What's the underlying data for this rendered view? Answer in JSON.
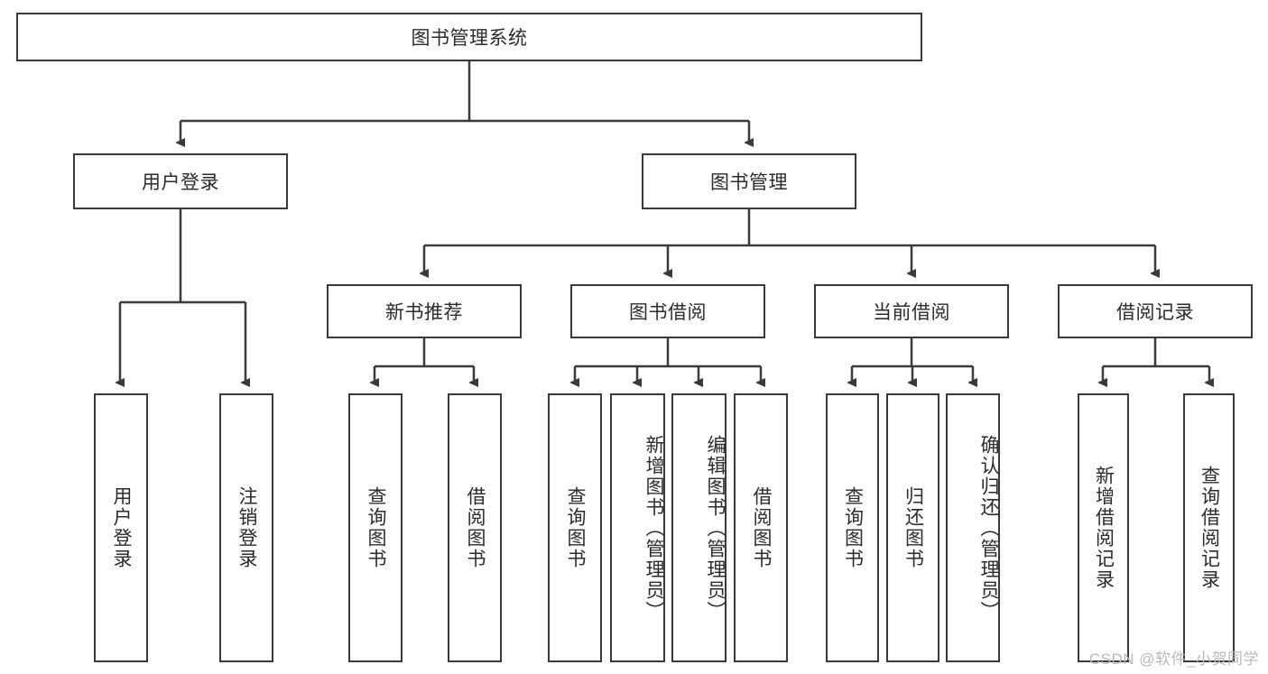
{
  "diagram": {
    "title": "图书管理系统",
    "type": "hierarchy-tree",
    "root": {
      "id": "root",
      "label": "图书管理系统",
      "orientation": "horizontal"
    },
    "level2": [
      {
        "id": "user-login",
        "label": "用户登录",
        "orientation": "horizontal"
      },
      {
        "id": "book-management",
        "label": "图书管理",
        "orientation": "horizontal"
      }
    ],
    "level3": [
      {
        "id": "new-book-recommend",
        "label": "新书推荐",
        "orientation": "horizontal",
        "parent": "book-management"
      },
      {
        "id": "book-borrow",
        "label": "图书借阅",
        "orientation": "horizontal",
        "parent": "book-management"
      },
      {
        "id": "current-borrow",
        "label": "当前借阅",
        "orientation": "horizontal",
        "parent": "book-management"
      },
      {
        "id": "borrow-record",
        "label": "借阅记录",
        "orientation": "horizontal",
        "parent": "book-management"
      }
    ],
    "leaves": [
      {
        "id": "leaf-user-login",
        "label": "用户登录",
        "parent": "user-login",
        "orientation": "vertical"
      },
      {
        "id": "leaf-logout",
        "label": "注销登录",
        "parent": "user-login",
        "orientation": "vertical"
      },
      {
        "id": "leaf-query-book-1",
        "label": "查询图书",
        "parent": "new-book-recommend",
        "orientation": "vertical"
      },
      {
        "id": "leaf-borrow-book-1",
        "label": "借阅图书",
        "parent": "new-book-recommend",
        "orientation": "vertical"
      },
      {
        "id": "leaf-query-book-2",
        "label": "查询图书",
        "parent": "book-borrow",
        "orientation": "vertical"
      },
      {
        "id": "leaf-add-book",
        "label": "新增图书（管理员）",
        "parent": "book-borrow",
        "orientation": "vertical"
      },
      {
        "id": "leaf-edit-book",
        "label": "编辑图书（管理员）",
        "parent": "book-borrow",
        "orientation": "vertical"
      },
      {
        "id": "leaf-borrow-book-2",
        "label": "借阅图书",
        "parent": "book-borrow",
        "orientation": "vertical"
      },
      {
        "id": "leaf-query-book-3",
        "label": "查询图书",
        "parent": "current-borrow",
        "orientation": "vertical"
      },
      {
        "id": "leaf-return-book",
        "label": "归还图书",
        "parent": "current-borrow",
        "orientation": "vertical"
      },
      {
        "id": "leaf-confirm-return",
        "label": "确认归还（管理员）",
        "parent": "current-borrow",
        "orientation": "vertical"
      },
      {
        "id": "leaf-add-record",
        "label": "新增借阅记录",
        "parent": "borrow-record",
        "orientation": "vertical"
      },
      {
        "id": "leaf-query-record",
        "label": "查询借阅记录",
        "parent": "borrow-record",
        "orientation": "vertical"
      }
    ],
    "colors": {
      "box_border": "#3a3a3a",
      "box_fill": "#ffffff",
      "connector": "#3a3a3a",
      "text": "#2b2b2b",
      "watermark": "#b9b9b9",
      "background": "#ffffff"
    }
  },
  "watermark": {
    "text": "CSDN @软件_小贺同学"
  }
}
